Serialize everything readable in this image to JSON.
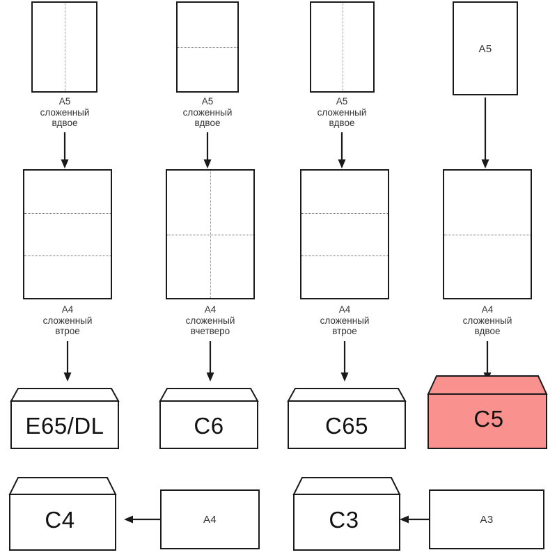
{
  "diagram": {
    "title": "Paper folding to envelope size chart",
    "language": "ru",
    "highlight_color": "#F9918F",
    "line_color": "#1a1a1a",
    "fold_color": "#5a5a5a"
  },
  "columns": [
    {
      "id": "col-1",
      "step1": {
        "paper": "A5",
        "fold_type": "vertical-half",
        "label_inside": "",
        "caption": "A5\nсложенный\nвдвое"
      },
      "step2": {
        "paper": "A4",
        "fold_type": "horizontal-thirds",
        "caption": "A4\nсложенный\nвтрое"
      },
      "envelope": {
        "label": "E65/DL",
        "highlighted": false
      }
    },
    {
      "id": "col-2",
      "step1": {
        "paper": "A5",
        "fold_type": "horizontal-half",
        "label_inside": "",
        "caption": "A5\nсложенный\nвдвое"
      },
      "step2": {
        "paper": "A4",
        "fold_type": "cross-quarters",
        "caption": "A4\nсложенный\nвчетверо"
      },
      "envelope": {
        "label": "C6",
        "highlighted": false
      }
    },
    {
      "id": "col-3",
      "step1": {
        "paper": "A5",
        "fold_type": "vertical-half",
        "label_inside": "",
        "caption": "A5\nсложенный\nвдвое"
      },
      "step2": {
        "paper": "A4",
        "fold_type": "horizontal-thirds",
        "caption": "A4\nсложенный\nвтрое"
      },
      "envelope": {
        "label": "C65",
        "highlighted": false
      }
    },
    {
      "id": "col-4",
      "step1": {
        "paper": "A5",
        "fold_type": "none",
        "label_inside": "A5",
        "caption": ""
      },
      "step2": {
        "paper": "A4",
        "fold_type": "horizontal-half",
        "caption": "A4\nсложенный\nвдвое"
      },
      "envelope": {
        "label": "C5",
        "highlighted": true
      }
    }
  ],
  "bottom_row": [
    {
      "id": "pair-c4",
      "envelope_label": "C4",
      "sheet_label": "A4",
      "arrow": "left"
    },
    {
      "id": "pair-c3",
      "envelope_label": "C3",
      "sheet_label": "A3",
      "arrow": "left"
    }
  ]
}
